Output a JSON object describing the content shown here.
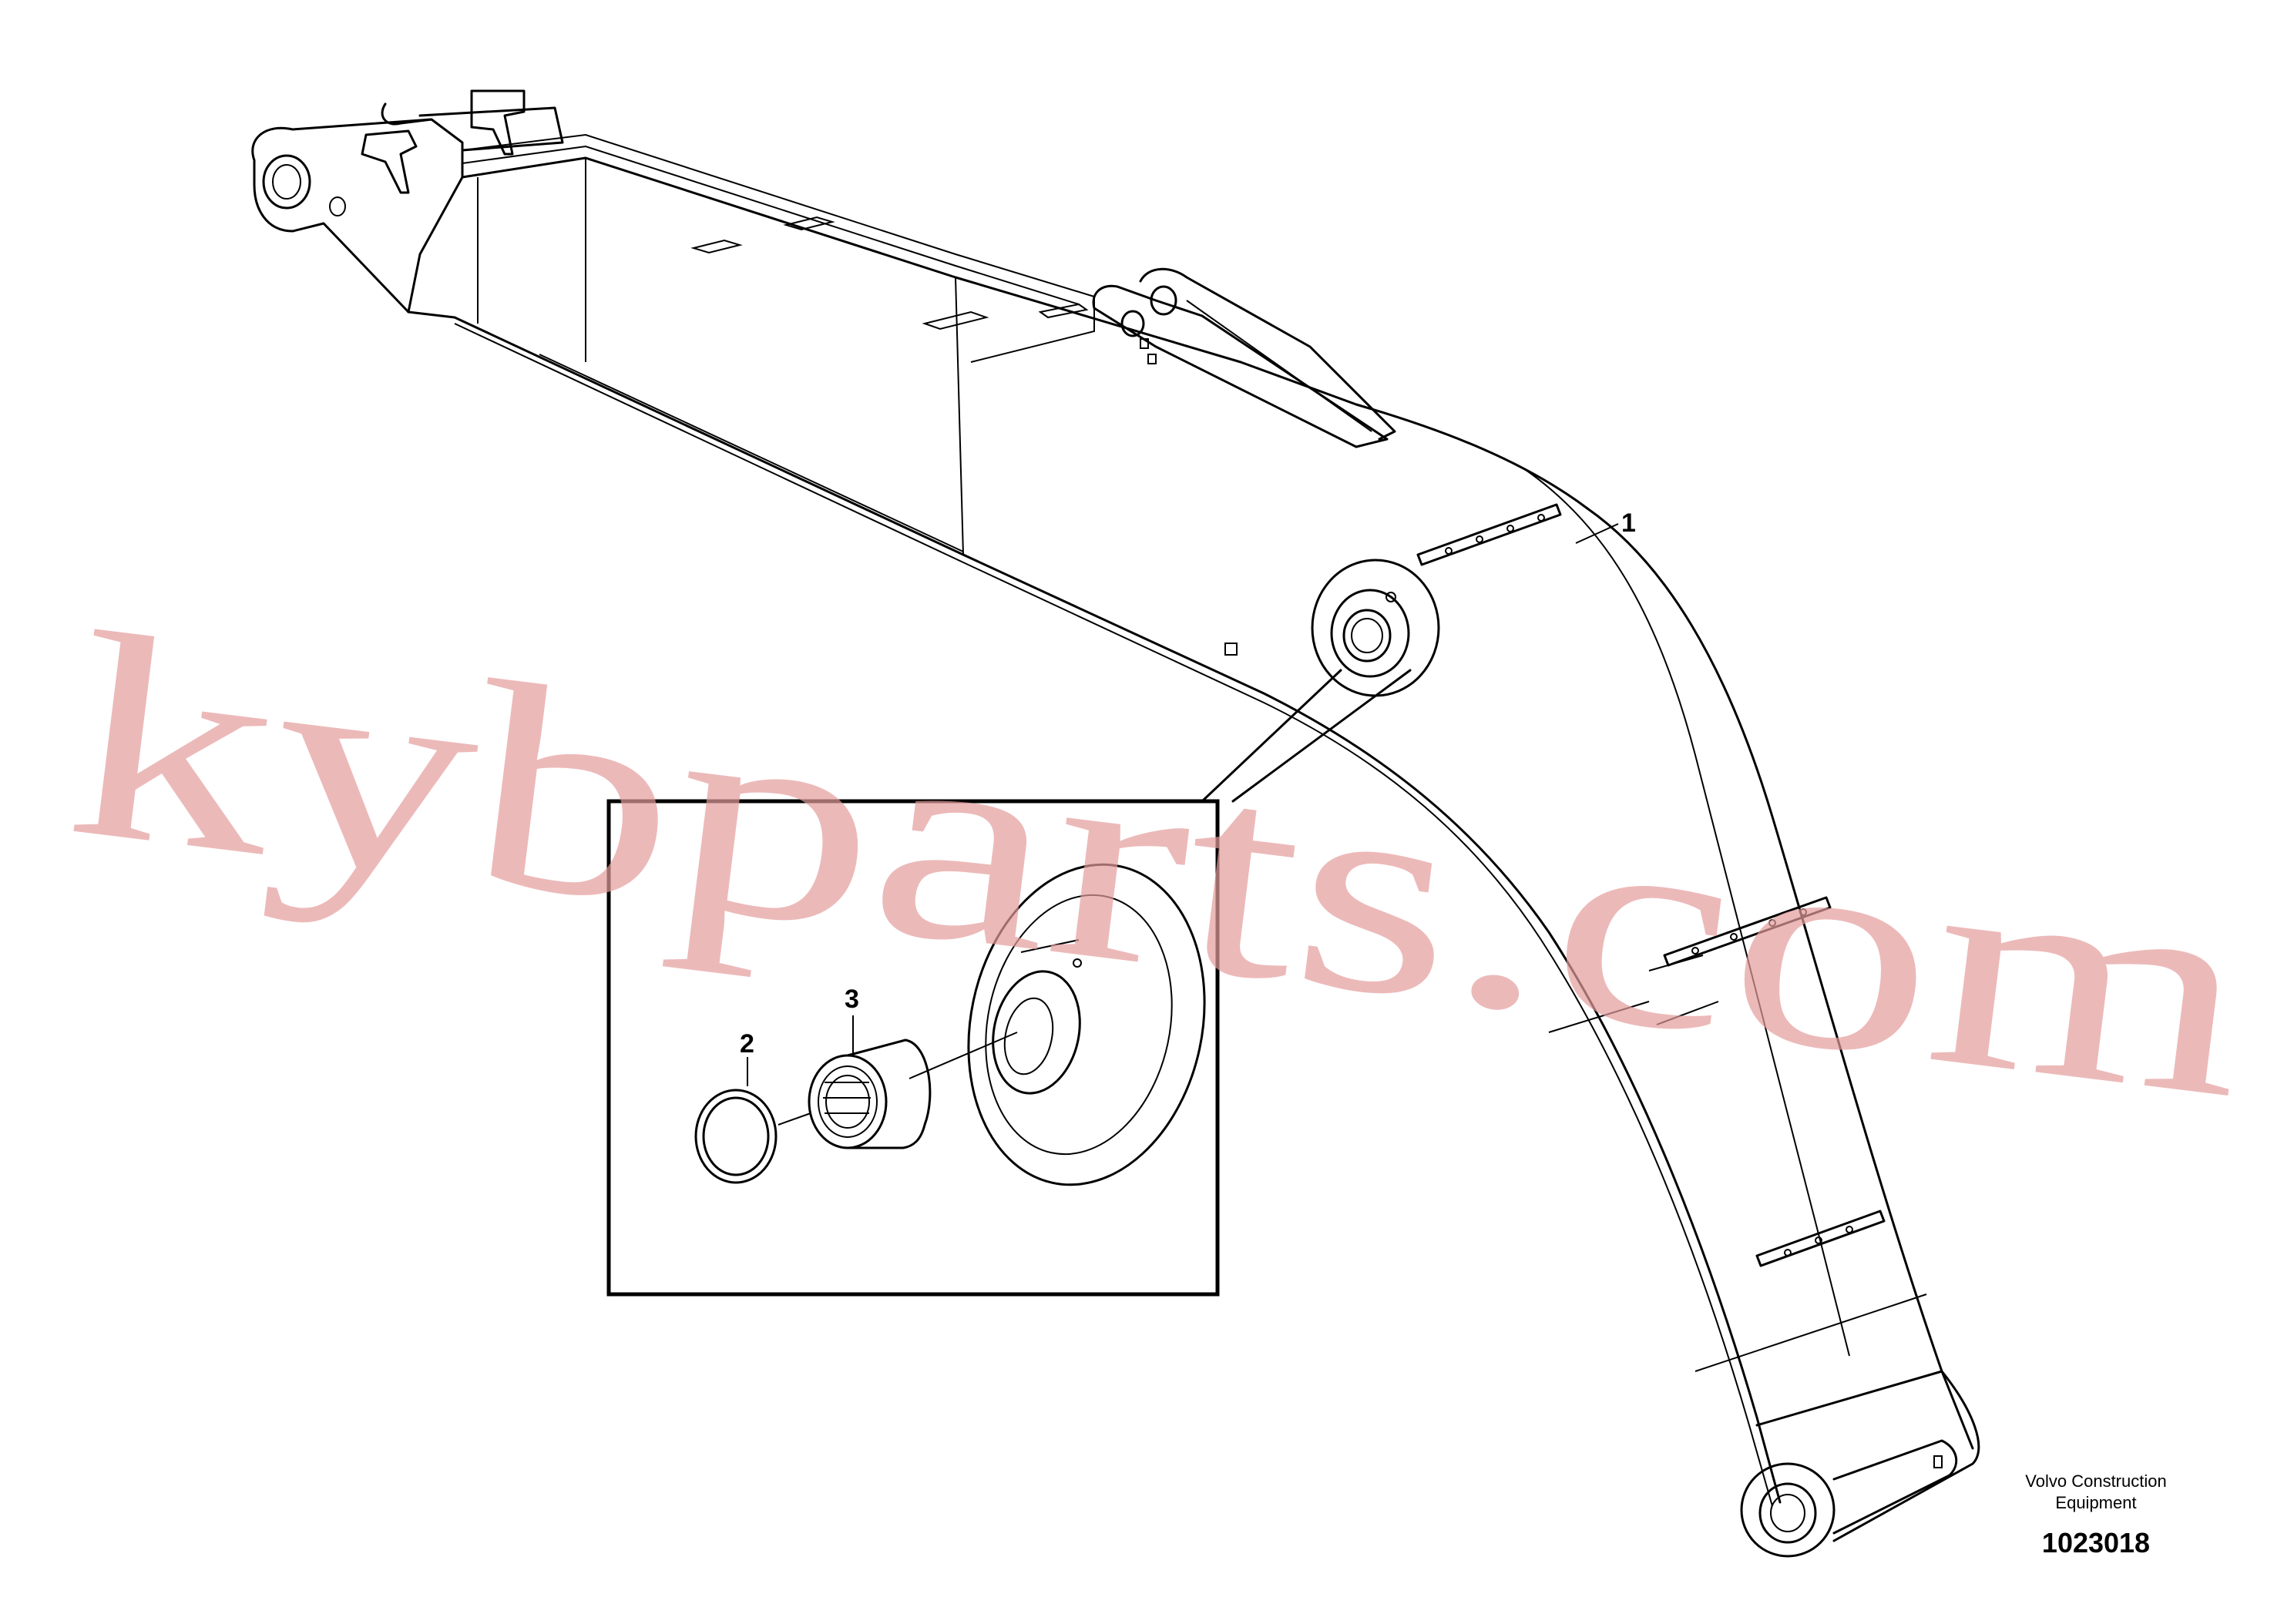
{
  "diagram": {
    "callouts": [
      {
        "id": "1",
        "label": "1"
      },
      {
        "id": "2",
        "label": "2"
      },
      {
        "id": "3",
        "label": "3"
      }
    ],
    "brand_line1": "Volvo Construction",
    "brand_line2": "Equipment",
    "figure_number": "1023018"
  },
  "watermark": {
    "text": "kybparts.com",
    "color": "#e49b9b"
  }
}
